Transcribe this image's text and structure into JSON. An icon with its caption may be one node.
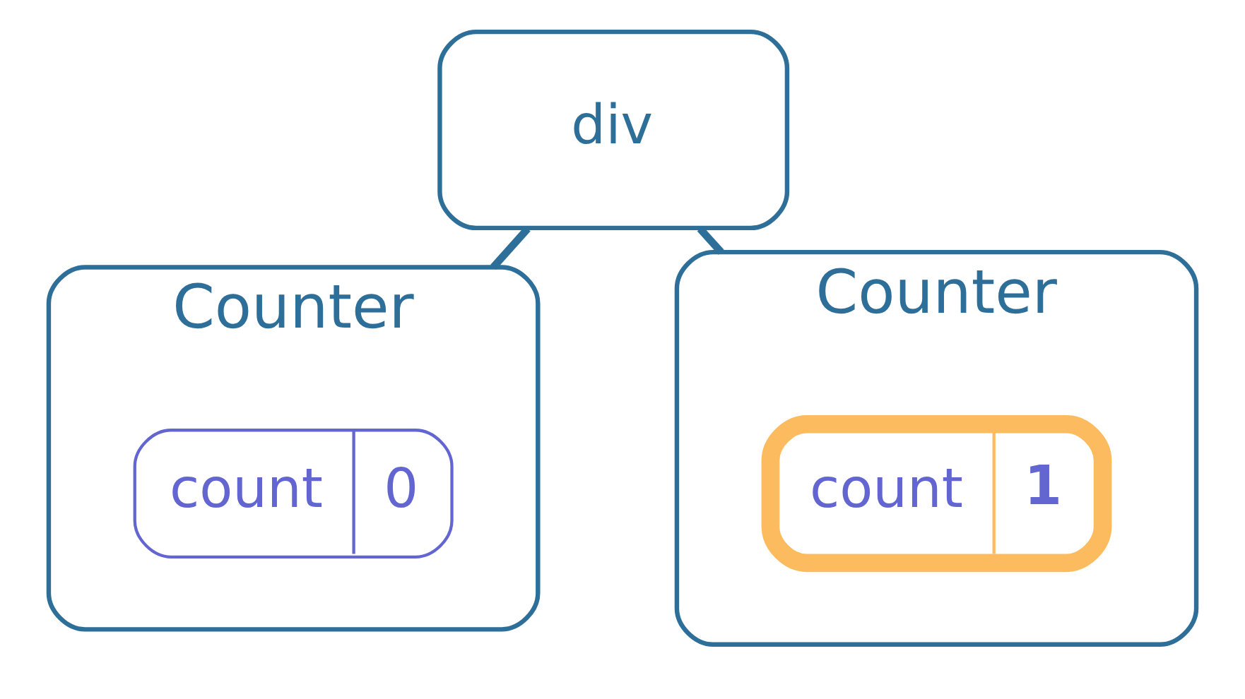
{
  "diagram": {
    "nodes": [
      {
        "text": [
          "div"
        ]
      },
      {
        "text": [
          "Counter"
        ]
      },
      {
        "text": [
          "count",
          "0"
        ],
        "in": 1
      },
      {
        "text": [
          "Counter"
        ]
      },
      {
        "text": [
          "count",
          "1"
        ],
        "in": 3
      }
    ],
    "edges": [
      {
        "from": 0,
        "to": 1,
        "arrow": "none"
      },
      {
        "from": 0,
        "to": 3,
        "arrow": "none"
      }
    ]
  }
}
